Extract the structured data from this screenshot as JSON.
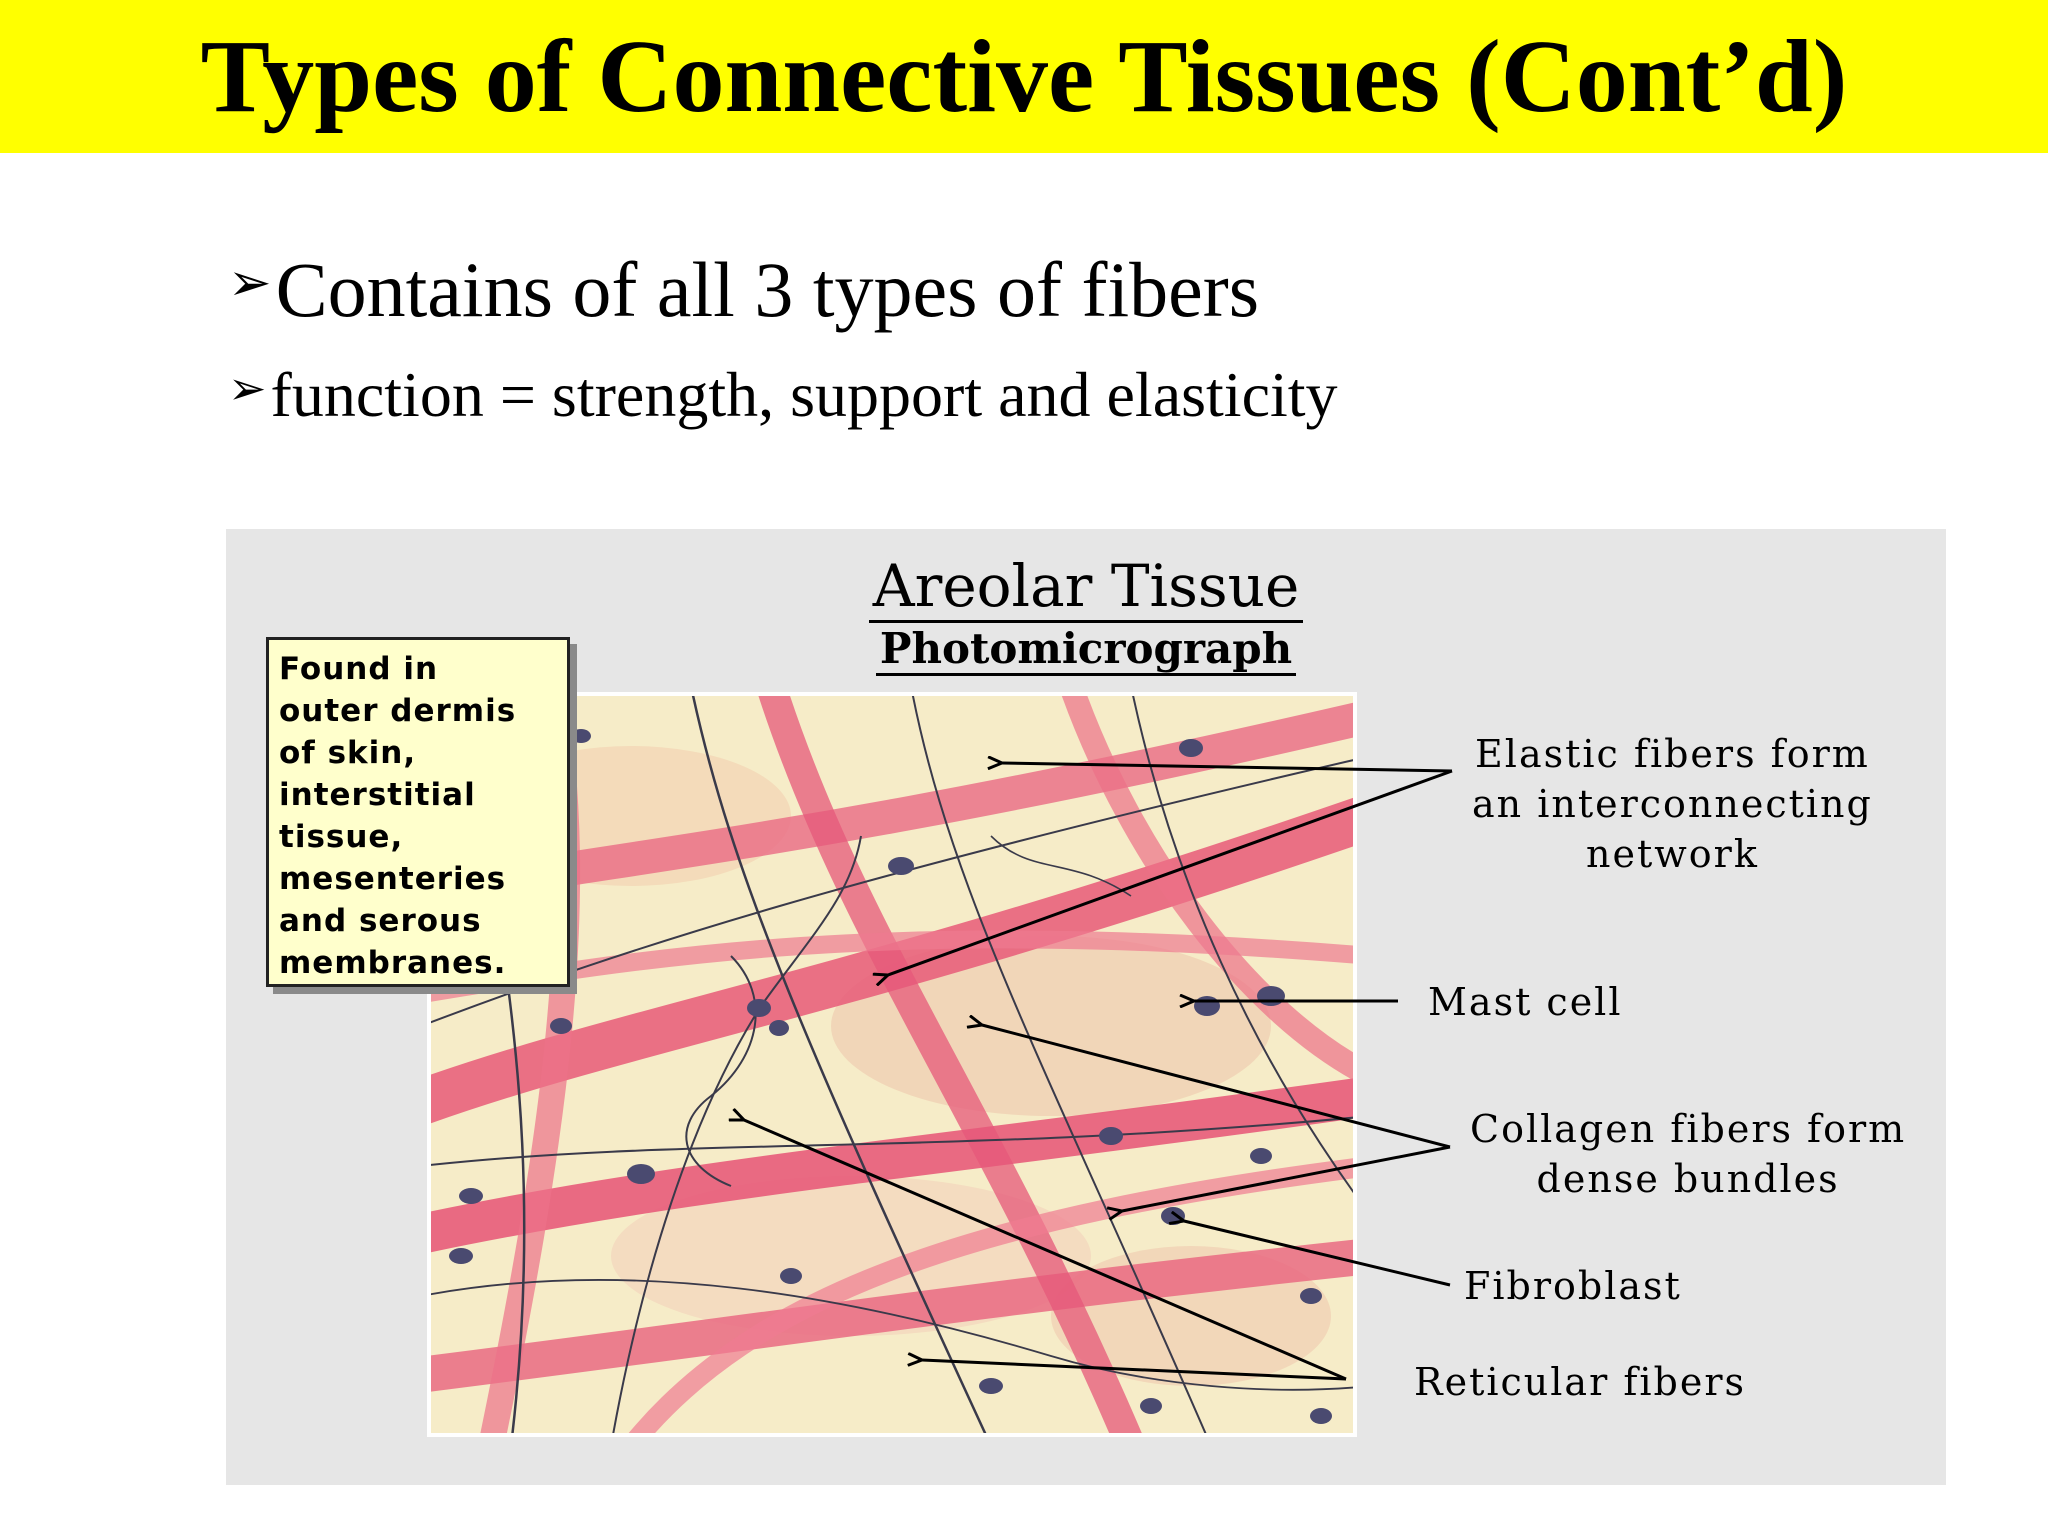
{
  "slide": {
    "title": "Types of Connective Tissues (Cont’d)",
    "bullets": [
      "Contains of all 3 types of fibers",
      "function = strength, support and elasticity"
    ],
    "bullet_icon": "arrowhead-bullet-icon"
  },
  "figure": {
    "title": "Areolar Tissue",
    "subtitle": "Photomicrograph",
    "info_box_lines": [
      "Found in",
      "outer dermis",
      "of skin,",
      "interstitial",
      "tissue,",
      "mesenteries",
      "and serous",
      "membranes."
    ],
    "labels": {
      "elastic": [
        "Elastic fibers form",
        "an interconnecting",
        "network"
      ],
      "mast": "Mast cell",
      "collagen": [
        "Collagen fibers form",
        "dense bundles"
      ],
      "fibroblast": "Fibroblast",
      "reticular": "Reticular fibers"
    },
    "colors": {
      "title_bar": "#ffff00",
      "panel": "#e6e6e6",
      "info_box": "#ffffcc",
      "collagen": "#e85a78",
      "background_tissue": "#f6ecc8"
    }
  }
}
